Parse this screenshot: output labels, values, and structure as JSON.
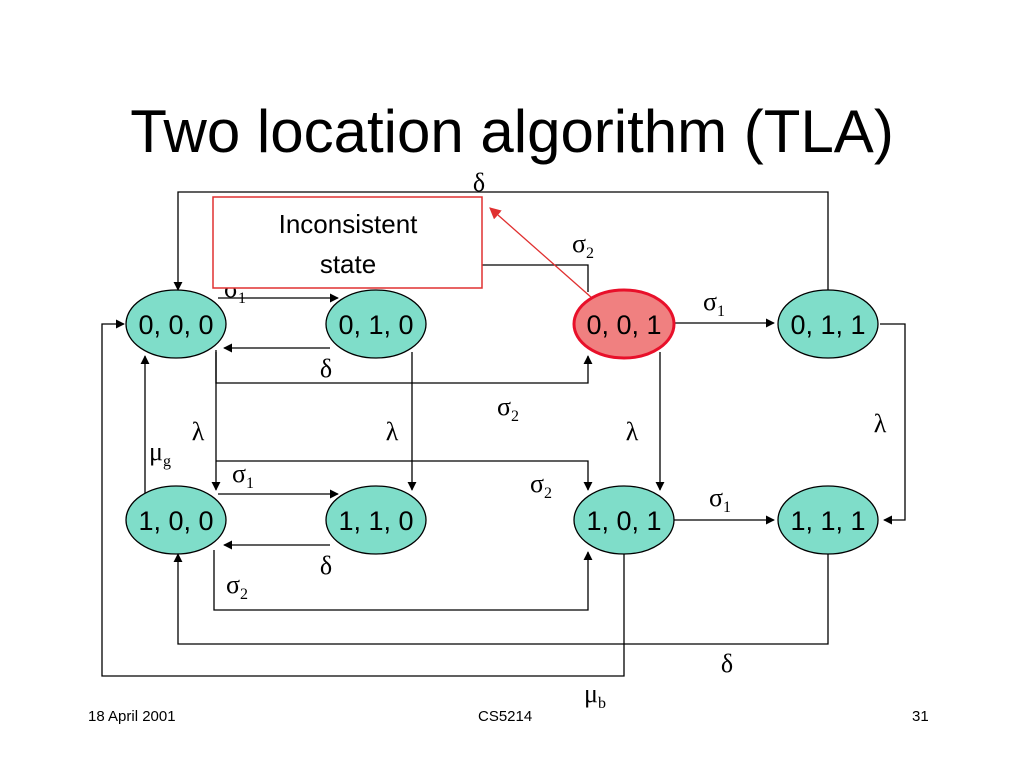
{
  "title": "Two location algorithm (TLA)",
  "footer": {
    "date": "18 April 2001",
    "course": "CS5214",
    "page": "31"
  },
  "callout": {
    "line1": "Inconsistent",
    "line2": "state"
  },
  "nodes": {
    "n000": "0, 0, 0",
    "n010": "0, 1, 0",
    "n001": "0, 0, 1",
    "n011": "0, 1, 1",
    "n100": "1, 0, 0",
    "n110": "1, 1, 0",
    "n101": "1, 0, 1",
    "n111": "1, 1, 1"
  },
  "symbols": {
    "sigma": "σ",
    "delta": "δ",
    "lambda": "λ",
    "mu": "μ",
    "sub1": "1",
    "sub2": "2",
    "sub_g": "g",
    "sub_b": "b"
  },
  "colors": {
    "node_fill": "#7FDDC9",
    "highlight_fill": "#F08080",
    "highlight_stroke": "#E8102A",
    "callout_border": "#E03030",
    "arrow_red": "#E03030"
  }
}
